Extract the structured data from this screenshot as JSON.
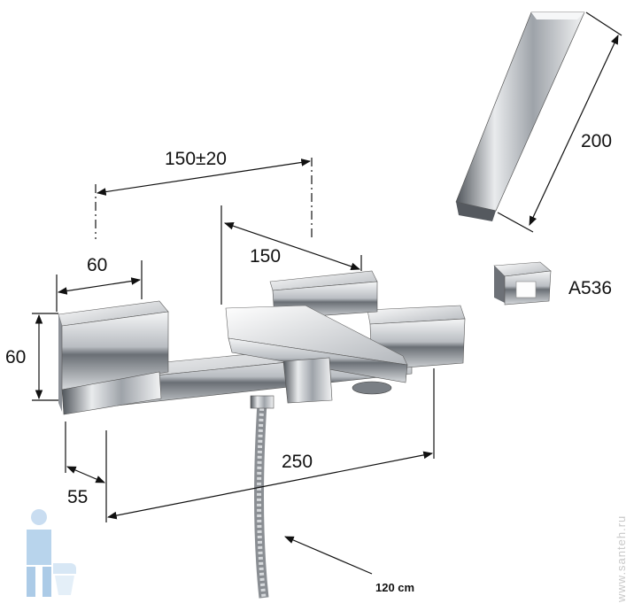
{
  "dimensions": {
    "spacing": "150±20",
    "handle_width": "60",
    "handle_height": "60",
    "spout_length": "150",
    "body_length": "250",
    "wall_depth": "55",
    "shower_length": "200",
    "hose_length": "120 cm",
    "holder_code": "A536"
  },
  "watermark": {
    "text": "www.santeh.ru"
  },
  "colors": {
    "chrome_light": "#e6e8ea",
    "chrome_mid": "#a9adb2",
    "chrome_dark": "#4d5157",
    "line": "#111111"
  }
}
